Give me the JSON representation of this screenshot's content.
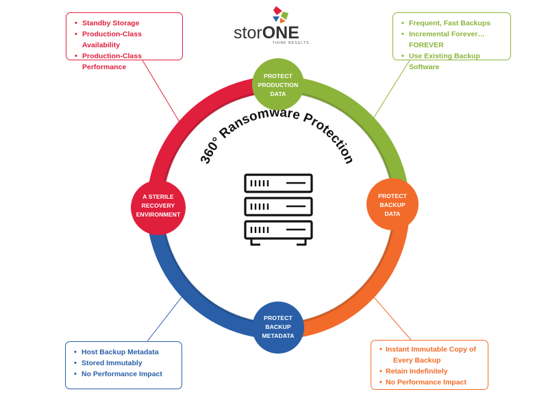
{
  "brand": {
    "name_part1": "stor",
    "name_part2": "ONE",
    "tagline": "THINK RESULTS",
    "logo_colors": [
      "#2a5fa8",
      "#e01f3d",
      "#8cb43a",
      "#f26b2a"
    ]
  },
  "center": {
    "title": "360° Ransomware Protection",
    "icon": "server-rack-icon"
  },
  "nodes": {
    "top": {
      "lines": [
        "PROTECT",
        "PRODUCTION",
        "DATA"
      ],
      "color": "#8cb43a"
    },
    "right": {
      "lines": [
        "PROTECT",
        "BACKUP",
        "DATA"
      ],
      "color": "#f26b2a"
    },
    "bottom": {
      "lines": [
        "PROTECT",
        "BACKUP",
        "METADATA"
      ],
      "color": "#2a5fa8"
    },
    "left": {
      "lines": [
        "A STERILE",
        "RECOVERY",
        "ENVIRONMENT"
      ],
      "color": "#e01f3d"
    }
  },
  "ring_colors": {
    "top_left": "#e01f3d",
    "top_right": "#8cb43a",
    "bottom_right": "#f26b2a",
    "bottom_left": "#2a5fa8"
  },
  "boxes": {
    "top_left": [
      "Standby Storage",
      "Production-Class Availability",
      "Production-Class Performance"
    ],
    "top_right": [
      "Frequent, Fast Backups",
      "Incremental Forever…FOREVER",
      "Use Existing Backup Software"
    ],
    "bottom_left": [
      "Host Backup Metadata",
      "Stored Immutably",
      "No Performance Impact"
    ],
    "bottom_right": [
      "Instant Immutable Copy of",
      "Every Backup",
      "Retain Indefinitely",
      "No Performance Impact"
    ]
  }
}
